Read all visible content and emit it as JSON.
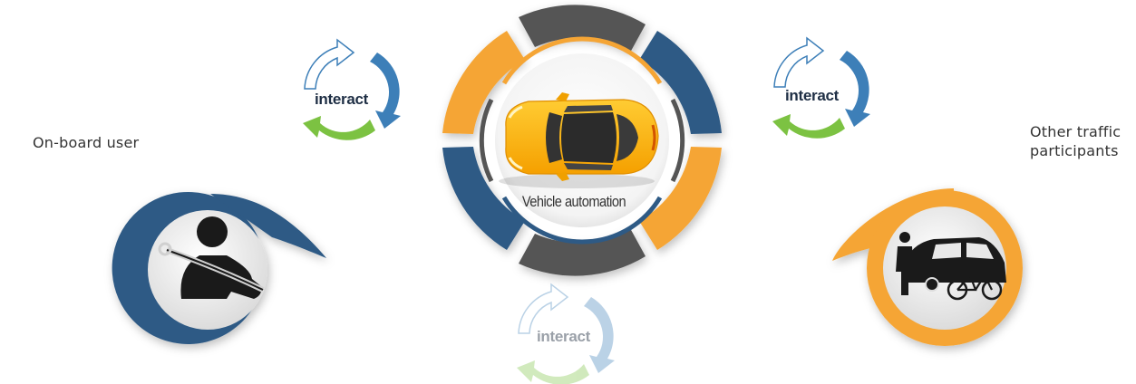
{
  "labels": {
    "on_board_user": "On-board user",
    "other_traffic_line1": "Other traffic",
    "other_traffic_line2": "participants",
    "vehicle_automation": "Vehicle automation",
    "interact_left": "interact",
    "interact_right": "interact",
    "interact_bottom": "interact"
  },
  "colors": {
    "orange": "#f5a535",
    "navy": "#2e5a85",
    "dark_gray": "#4a4a4a",
    "arrow_blue": "#3d7fb8",
    "arrow_green": "#7cc242",
    "car_yellow": "#ffb900"
  },
  "icons": {
    "left_pin": "seatbelt-passenger-icon",
    "right_pin": "pedestrian-car-bicycle-icon",
    "center": "car-top-view-icon"
  }
}
